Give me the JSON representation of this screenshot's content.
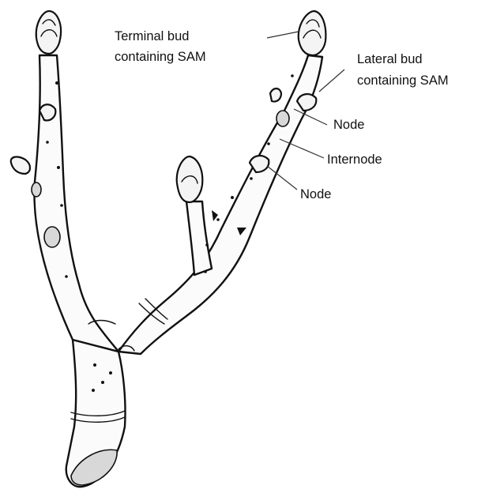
{
  "diagram": {
    "labels": {
      "terminal_bud_line1": "Terminal bud",
      "terminal_bud_line2": "containing  SAM",
      "lateral_bud_line1": "Lateral bud",
      "lateral_bud_line2": "containing SAM",
      "node_upper": "Node",
      "internode": "Internode",
      "node_lower": "Node"
    }
  }
}
